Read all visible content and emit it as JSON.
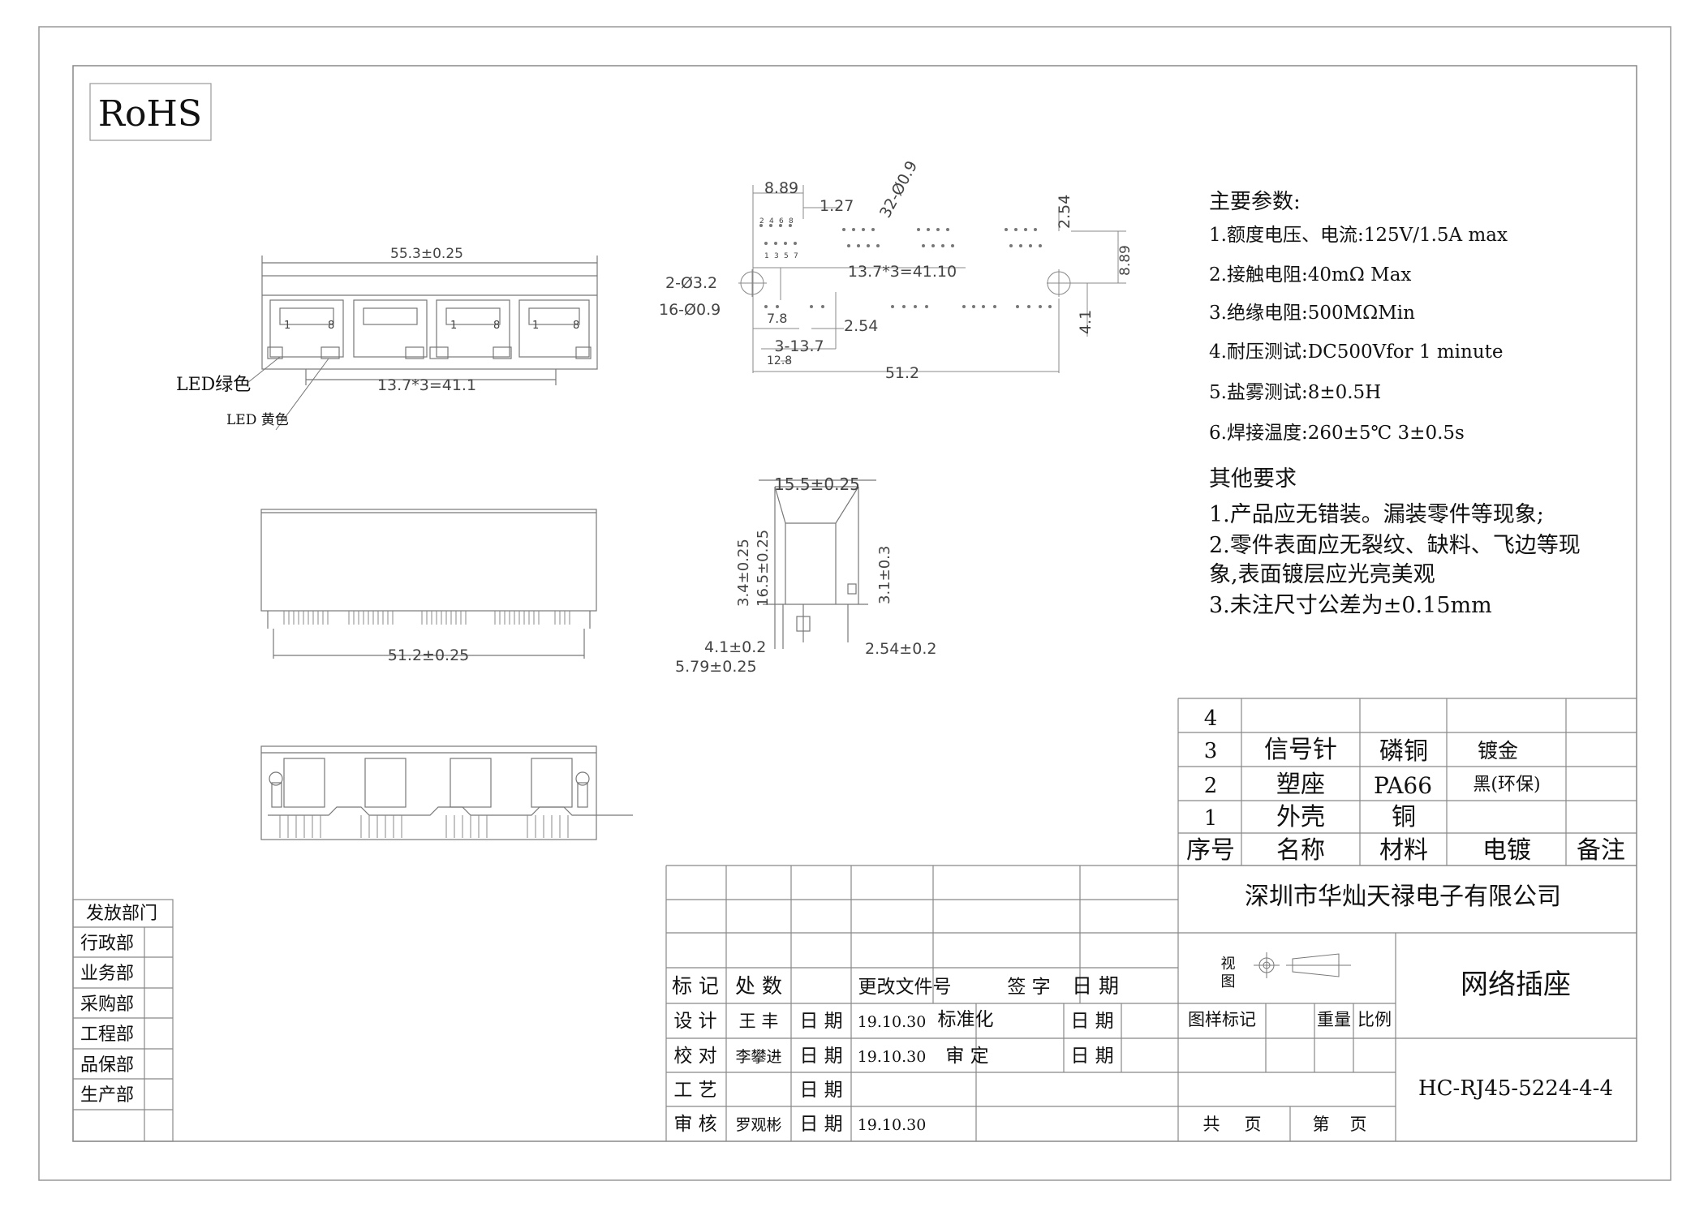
{
  "rohs": "RoHS",
  "dims": {
    "front_width": "55.3±0.25",
    "front_pitch": "13.7*3=41.1",
    "led_green": "LED绿色",
    "led_yellow": "LED 黄色",
    "pin_8_89": "8.89",
    "pin_1_27": "1.27",
    "holes_32": "32-Ø0.9",
    "pin_2_54_top": "2.54",
    "right_8_89": "8.89",
    "pitch_41_10": "13.7*3=41.10",
    "hole_2_32": "2-Ø3.2",
    "hole_16_09": "16-Ø0.9",
    "d_7_8": "7.8",
    "d_2_54": "2.54",
    "d_4_1": "4.1",
    "d_3_137": "3-13.7",
    "d_12_8": "12.8",
    "d_51_2": "51.2",
    "side_width": "51.2±0.25",
    "sec_15_5": "15.5±0.25",
    "sec_3_4": "3.4±0.25",
    "sec_16_5": "16.5±0.25",
    "sec_3_1": "3.1±0.3",
    "sec_4_1": "4.1±0.2",
    "sec_5_79": "5.79±0.25",
    "sec_2_54": "2.54±0.2",
    "pin_labels": [
      "1",
      "8",
      "1",
      "8",
      "1",
      "8"
    ],
    "pad_labels": [
      "2",
      "4",
      "6",
      "8",
      "1",
      "3",
      "5",
      "7"
    ]
  },
  "params": {
    "title": "主要参数:",
    "items": [
      "1.额度电压、电流:125V/1.5A max",
      "2.接触电阻:40mΩ  Max",
      "3.绝缘电阻:500MΩMin",
      "4.耐压测试:DC500Vfor 1 minute",
      "5.盐雾测试:8±0.5H",
      "6.焊接温度:260±5℃ 3±0.5s"
    ]
  },
  "requirements": {
    "title": "其他要求",
    "items": [
      "1.产品应无错装。漏装零件等现象;",
      "2.零件表面应无裂纹、缺料、飞边等现",
      "象,表面镀层应光亮美观",
      "3.未注尺寸公差为±0.15mm"
    ]
  },
  "bom": {
    "rows": [
      [
        "4",
        "",
        "",
        "",
        ""
      ],
      [
        "3",
        "信号针",
        "磷铜",
        "镀金",
        ""
      ],
      [
        "2",
        "塑座",
        "PA66",
        "黑(环保)",
        ""
      ],
      [
        "1",
        "外壳",
        "铜",
        "",
        ""
      ]
    ],
    "header": [
      "序号",
      "名称",
      "材料",
      "电镀",
      "备注"
    ]
  },
  "departments": {
    "title": "发放部门",
    "items": [
      "行政部",
      "业务部",
      "采购部",
      "工程部",
      "品保部",
      "生产部"
    ]
  },
  "titleblock": {
    "company": "深圳市华灿天禄电子有限公司",
    "view_label": "视图",
    "product_name": "网络插座",
    "part_no": "HC-RJ45-5224-4-4",
    "header": [
      "标 记",
      "处 数",
      "更改文件号",
      "签 字",
      "日 期"
    ],
    "design": "设 计",
    "designer": "王 丰",
    "date_label": "日 期",
    "design_date": "19.10.30",
    "standard": "标准化",
    "check": "校 对",
    "checker": "李攀进",
    "check_date": "19.10.30",
    "approve": "审 定",
    "process": "工 艺",
    "review": "审 核",
    "reviewer": "罗观彬",
    "review_date": "19.10.30",
    "pattern_mark": "图样标记",
    "weight": "重量",
    "scale": "比例",
    "total": "共",
    "page_unit": "页",
    "sheet": "第"
  }
}
